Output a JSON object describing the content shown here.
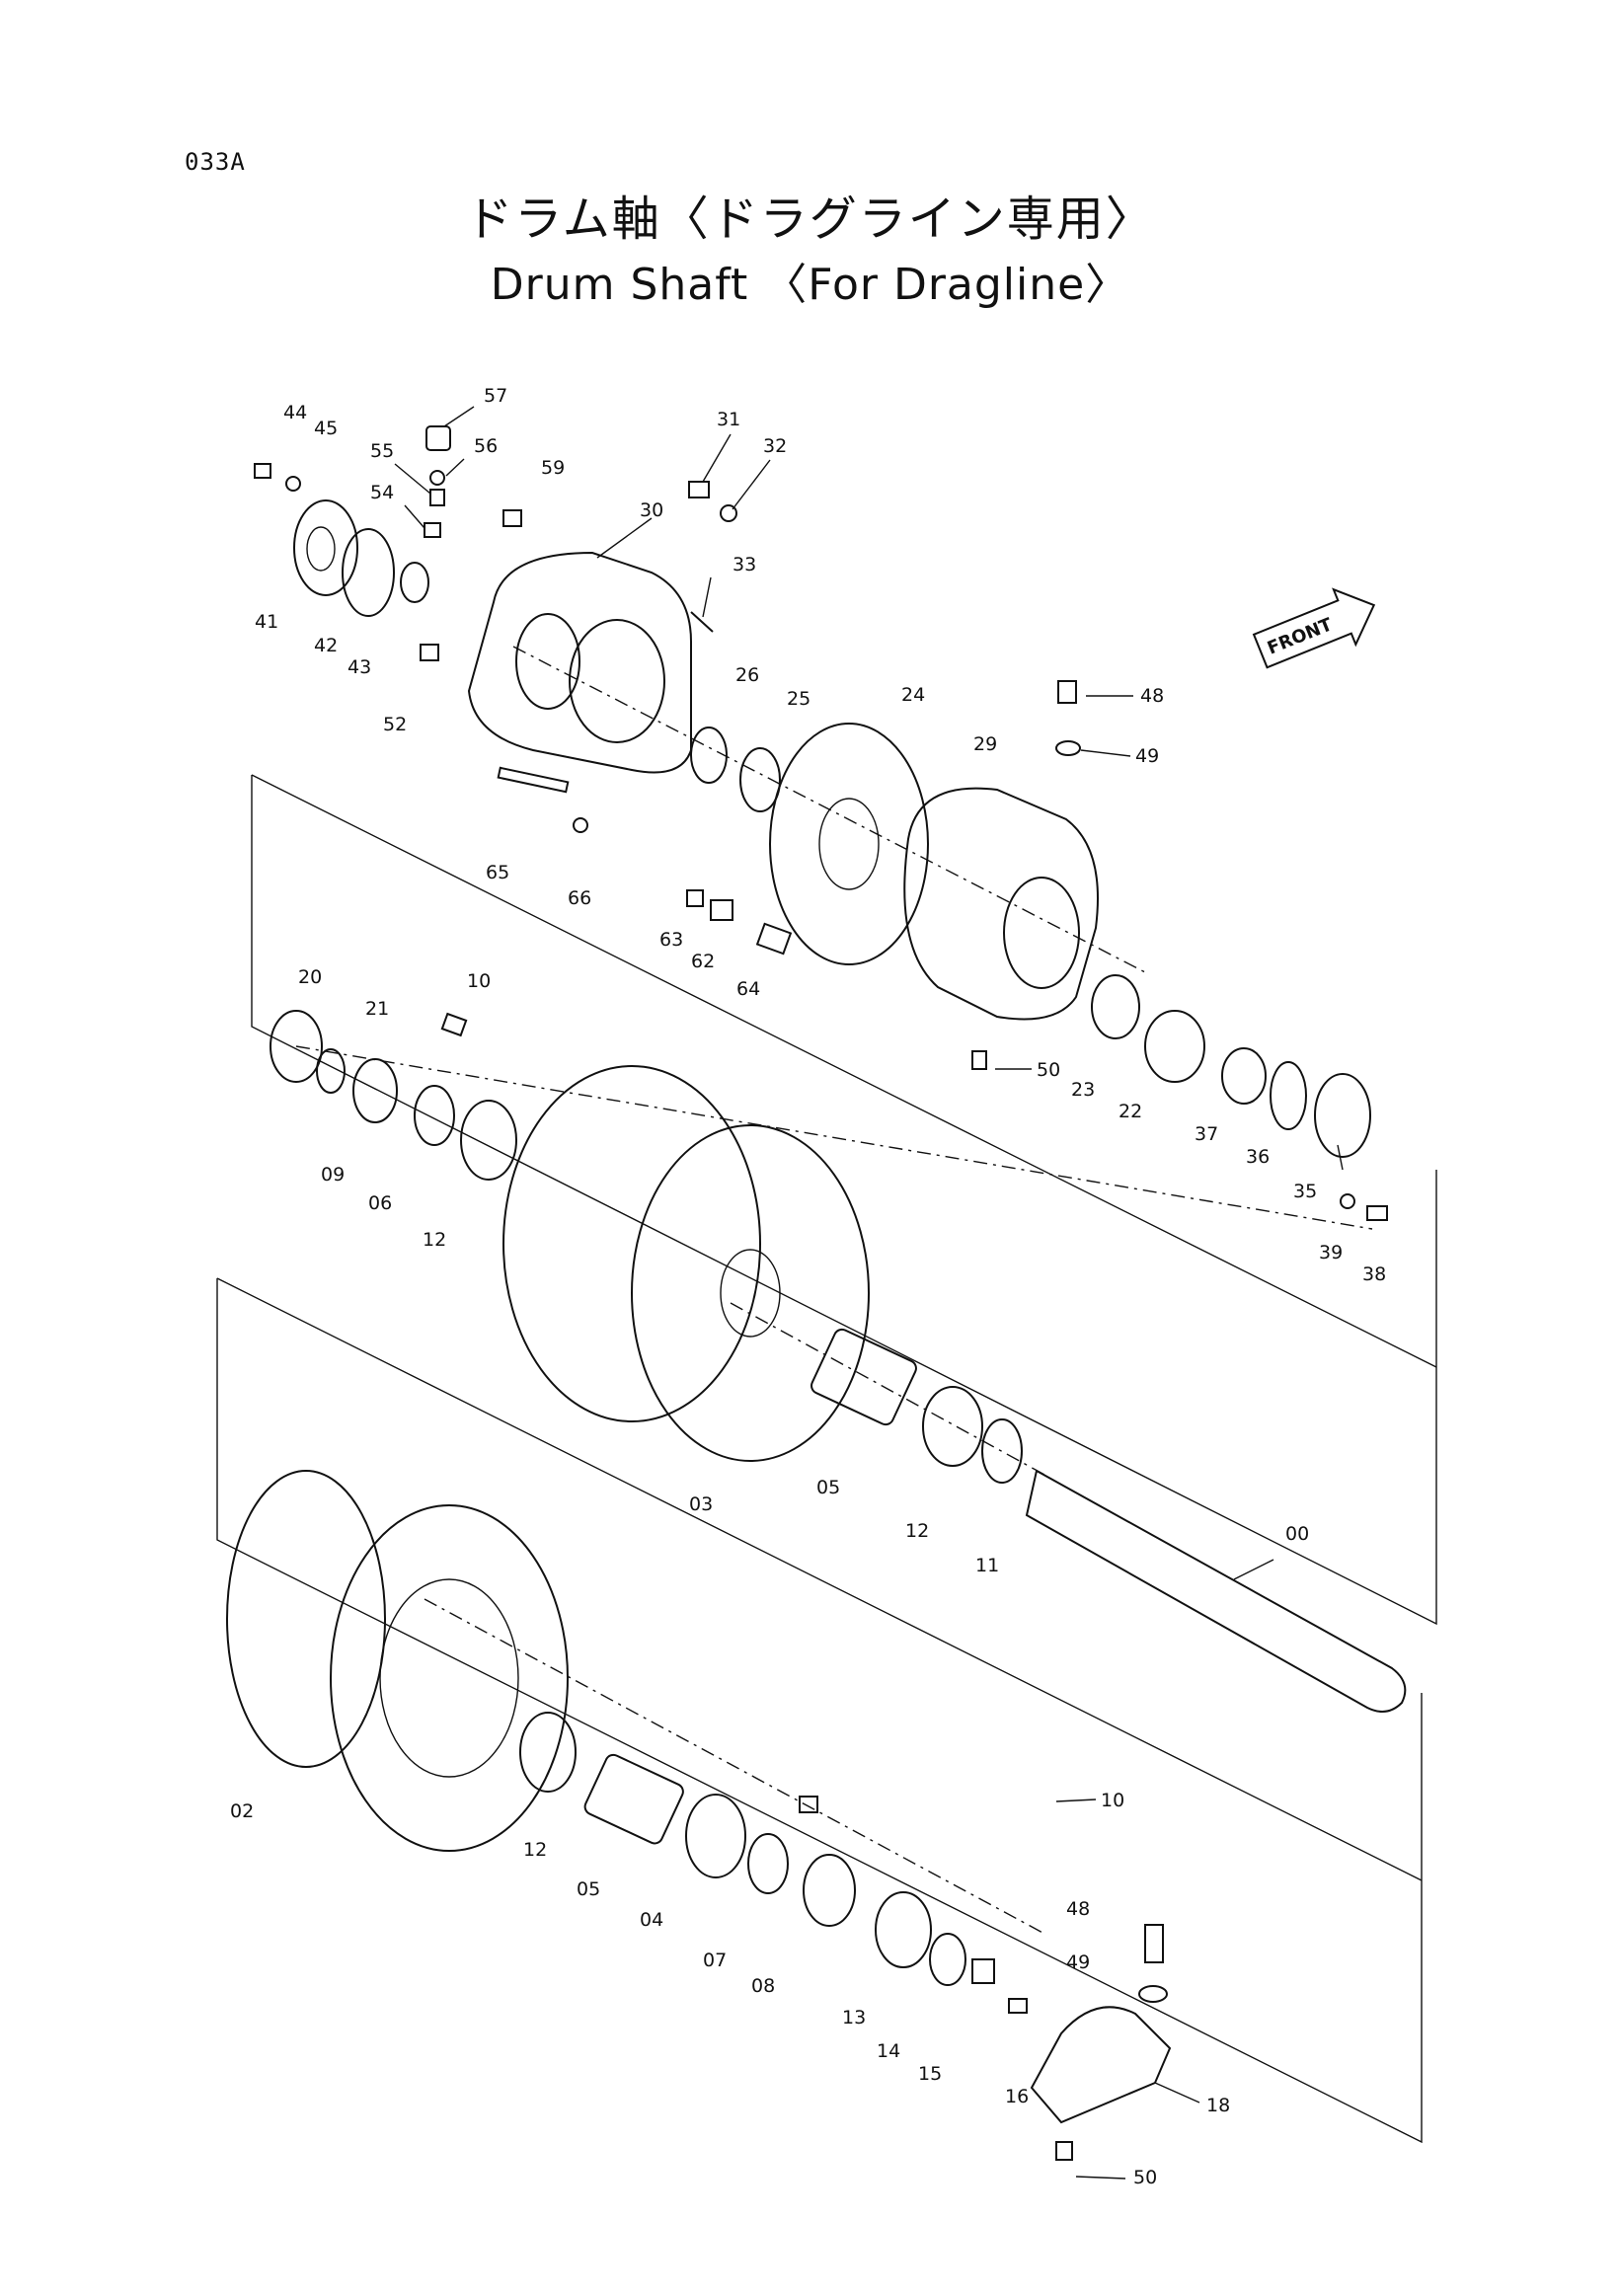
{
  "header": {
    "page_code": "033A",
    "title_jp": "ドラム軸〈ドラグライン専用〉",
    "title_en": "Drum Shaft 〈For Dragline〉"
  },
  "direction_label": "FRONT",
  "callouts": [
    {
      "id": "c57",
      "text": "57"
    },
    {
      "id": "c44",
      "text": "44"
    },
    {
      "id": "c45",
      "text": "45"
    },
    {
      "id": "c55",
      "text": "55"
    },
    {
      "id": "c56",
      "text": "56"
    },
    {
      "id": "c54",
      "text": "54"
    },
    {
      "id": "c59",
      "text": "59"
    },
    {
      "id": "c31",
      "text": "31"
    },
    {
      "id": "c32",
      "text": "32"
    },
    {
      "id": "c30",
      "text": "30"
    },
    {
      "id": "c33",
      "text": "33"
    },
    {
      "id": "c41",
      "text": "41"
    },
    {
      "id": "c42",
      "text": "42"
    },
    {
      "id": "c43",
      "text": "43"
    },
    {
      "id": "c52",
      "text": "52"
    },
    {
      "id": "c26",
      "text": "26"
    },
    {
      "id": "c25",
      "text": "25"
    },
    {
      "id": "c24",
      "text": "24"
    },
    {
      "id": "c48a",
      "text": "48"
    },
    {
      "id": "c49a",
      "text": "49"
    },
    {
      "id": "c29",
      "text": "29"
    },
    {
      "id": "c65",
      "text": "65"
    },
    {
      "id": "c66",
      "text": "66"
    },
    {
      "id": "c63",
      "text": "63"
    },
    {
      "id": "c62",
      "text": "62"
    },
    {
      "id": "c64",
      "text": "64"
    },
    {
      "id": "c20",
      "text": "20"
    },
    {
      "id": "c21",
      "text": "21"
    },
    {
      "id": "c10a",
      "text": "10"
    },
    {
      "id": "c50a",
      "text": "50"
    },
    {
      "id": "c23",
      "text": "23"
    },
    {
      "id": "c22",
      "text": "22"
    },
    {
      "id": "c37",
      "text": "37"
    },
    {
      "id": "c36",
      "text": "36"
    },
    {
      "id": "c35",
      "text": "35"
    },
    {
      "id": "c09",
      "text": "09"
    },
    {
      "id": "c06",
      "text": "06"
    },
    {
      "id": "c12a",
      "text": "12"
    },
    {
      "id": "c39",
      "text": "39"
    },
    {
      "id": "c38",
      "text": "38"
    },
    {
      "id": "c03",
      "text": "03"
    },
    {
      "id": "c05a",
      "text": "05"
    },
    {
      "id": "c12b",
      "text": "12"
    },
    {
      "id": "c11",
      "text": "11"
    },
    {
      "id": "c00",
      "text": "00"
    },
    {
      "id": "c02",
      "text": "02"
    },
    {
      "id": "c12c",
      "text": "12"
    },
    {
      "id": "c05b",
      "text": "05"
    },
    {
      "id": "c04",
      "text": "04"
    },
    {
      "id": "c10b",
      "text": "10"
    },
    {
      "id": "c07",
      "text": "07"
    },
    {
      "id": "c08",
      "text": "08"
    },
    {
      "id": "c13",
      "text": "13"
    },
    {
      "id": "c14",
      "text": "14"
    },
    {
      "id": "c15",
      "text": "15"
    },
    {
      "id": "c16",
      "text": "16"
    },
    {
      "id": "c48b",
      "text": "48"
    },
    {
      "id": "c49b",
      "text": "49"
    },
    {
      "id": "c18",
      "text": "18"
    },
    {
      "id": "c50b",
      "text": "50"
    }
  ]
}
